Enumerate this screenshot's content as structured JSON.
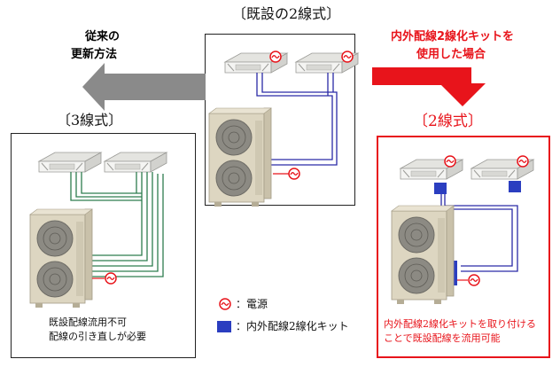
{
  "center_title": "〔既設の2線式〕",
  "left_arrow_label": [
    "従来の",
    "更新方法"
  ],
  "left_title": "〔3線式〕",
  "right_arrow_label": [
    "内外配線2線化キットを",
    "使用した場合"
  ],
  "right_title": "〔2線式〕",
  "left_caption": [
    "既設配線流用不可",
    "配線の引き直しが必要"
  ],
  "right_caption": [
    "内外配線2線化キットを取り付ける",
    "ことで既設配線を流用可能"
  ],
  "legend": {
    "power": "：電源",
    "kit": "：内外配線2線化キット"
  },
  "colors": {
    "wire_blue": "#2a2aa6",
    "wire_green": "#2e7d4f",
    "accent_red": "#e8141b",
    "arrow_gray": "#8a8a8a",
    "kit_blue": "#2b3ec0",
    "unit_beige": "#d9d2bd"
  },
  "icons": [
    "power-source-icon",
    "wiring-kit-icon"
  ]
}
